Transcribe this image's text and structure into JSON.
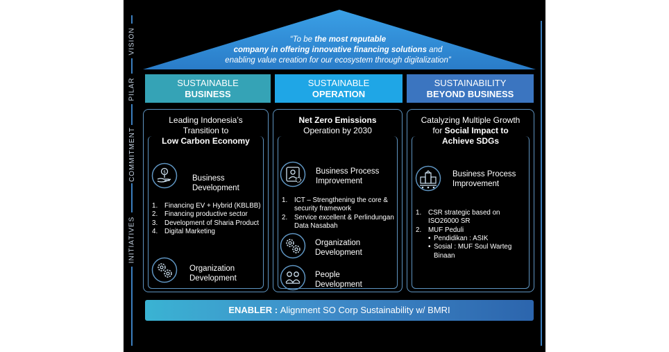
{
  "axis": {
    "vision": "VISION",
    "pilar": "PILAR",
    "commitment": "COMMITMENT",
    "initiatives": "INITIATIVES"
  },
  "vision": {
    "line1_pre": "“To be ",
    "line1_bold": "the most reputable",
    "line2_bold": "company in offering innovative financing solutions",
    "line2_post": " and",
    "line3": "enabling value creation for our ecosystem through digitalization”"
  },
  "pillars": [
    {
      "head_l1": "SUSTAINABLE",
      "head_l2": "BUSINESS",
      "color": "#35a3b6",
      "commit_l1": "Leading Indonesia’s",
      "commit_l2": "Transition to",
      "commit_bold": "Low Carbon Economy",
      "icon1": "money-plant-hand-icon",
      "title1_l1": "Business",
      "title1_l2": "Development",
      "list1": [
        {
          "num": "1.",
          "text": "Financing EV + Hybrid (KBLBB)"
        },
        {
          "num": "2.",
          "text": "Financing productive sector"
        },
        {
          "num": "3.",
          "text": "Development of Sharia Product"
        },
        {
          "num": "4.",
          "text": "Digital Marketing"
        }
      ],
      "icon2": "gears-icon",
      "title2_l1": "Organization",
      "title2_l2": "Development"
    },
    {
      "head_l1": "SUSTAINABLE",
      "head_l2": "OPERATION",
      "color": "#1fa6e6",
      "commit_bold": "Net Zero Emissions",
      "commit_l2": "Operation by 2030",
      "icon1": "process-gear-person-icon",
      "title1_l1": "Business Process",
      "title1_l2": "Improvement",
      "list1": [
        {
          "num": "1.",
          "text": "ICT – Strengthening the core & security framework"
        },
        {
          "num": "2.",
          "text": "Service excellent & Perlindungan Data Nasabah"
        }
      ],
      "icon2": "gears-icon",
      "title2_l1": "Organization",
      "title2_l2": "Development",
      "icon3": "people-icon",
      "title3_l1": "People",
      "title3_l2": "Development"
    },
    {
      "head_l1": "SUSTAINABILITY",
      "head_l2": "BEYOND BUSINESS",
      "color": "#3b75c0",
      "commit_l1": "Catalyzing Multiple Growth",
      "commit_l2_pre": "for ",
      "commit_l2_bold": "Social Impact to",
      "commit_l3_bold": "Achieve SDGs",
      "icon1": "community-buildings-icon",
      "title1_l1": "Business Process",
      "title1_l2": "Improvement",
      "list1": [
        {
          "num": "1.",
          "text": "CSR strategic based on ISO26000 SR"
        },
        {
          "num": "2.",
          "text": "MUF Peduli"
        }
      ],
      "sub": [
        "Pendidikan : ASIK",
        "Sosial : MUF Soul Warteg Binaan"
      ]
    }
  ],
  "enabler": {
    "bold": "ENABLER : ",
    "text": "Alignment SO Corp Sustainability w/ BMRI"
  },
  "colors": {
    "background": "#000000",
    "roof": "#2f8fd6",
    "border": "#5f95c2",
    "axis": "#3c7fc0"
  }
}
